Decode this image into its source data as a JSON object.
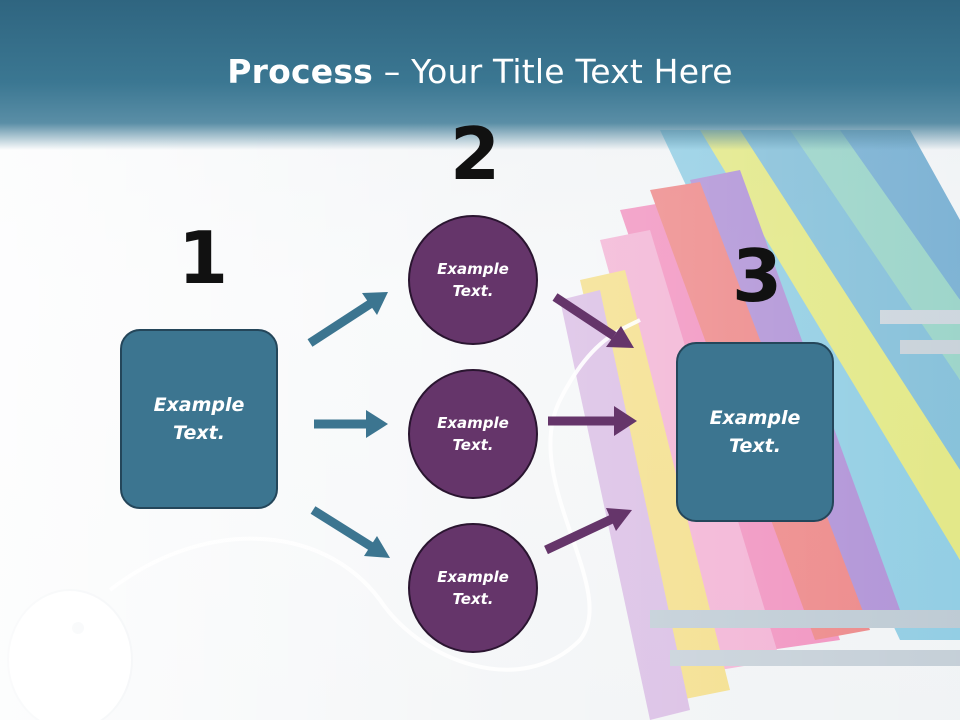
{
  "title": {
    "bold": "Process",
    "rest": " – Your Title Text Here"
  },
  "steps": [
    {
      "number": "1",
      "box_line1": "Example",
      "box_line2": "Text."
    },
    {
      "number": "2"
    },
    {
      "number": "3",
      "box_line1": "Example",
      "box_line2": "Text."
    }
  ],
  "circles": [
    {
      "line1": "Example",
      "line2": "Text."
    },
    {
      "line1": "Example",
      "line2": "Text."
    },
    {
      "line1": "Example",
      "line2": "Text."
    }
  ],
  "colors": {
    "title_band": "#3b7792",
    "box_fill": "#3c7590",
    "circle_fill": "#65356a",
    "arrow_teal": "#3c7590",
    "arrow_purple": "#65356a"
  }
}
